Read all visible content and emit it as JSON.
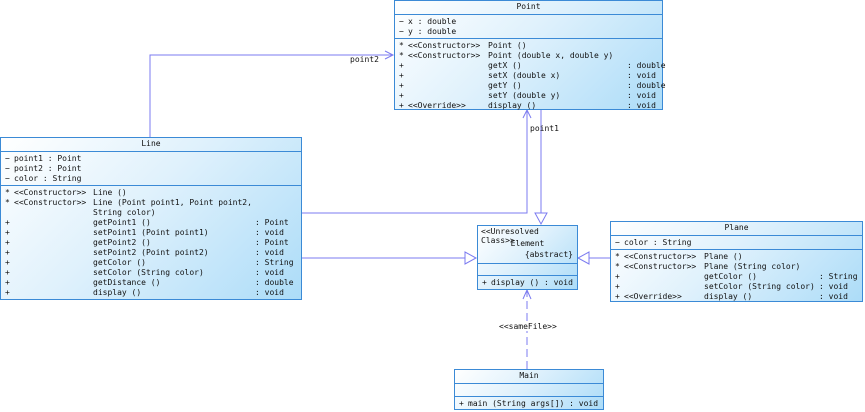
{
  "classes": {
    "point": {
      "name": "Point",
      "attributes": [
        {
          "vis": "−",
          "text": "x  : double"
        },
        {
          "vis": "−",
          "text": "y  : double"
        }
      ],
      "methods": [
        {
          "vis": "*",
          "stereo": "<<Constructor>>",
          "name": "Point ()",
          "type": ""
        },
        {
          "vis": "*",
          "stereo": "<<Constructor>>",
          "name": "Point (double x, double y)",
          "type": ""
        },
        {
          "vis": "+",
          "stereo": "",
          "name": "getX ()",
          "type": ": double"
        },
        {
          "vis": "+",
          "stereo": "",
          "name": "setX (double x)",
          "type": ": void"
        },
        {
          "vis": "+",
          "stereo": "",
          "name": "getY ()",
          "type": ": double"
        },
        {
          "vis": "+",
          "stereo": "",
          "name": "setY (double y)",
          "type": ": void"
        },
        {
          "vis": "+",
          "stereo": "<<Override>>",
          "name": "display ()",
          "type": ": void"
        }
      ]
    },
    "line": {
      "name": "Line",
      "attributes": [
        {
          "vis": "−",
          "text": "point1  : Point"
        },
        {
          "vis": "−",
          "text": "point2  : Point"
        },
        {
          "vis": "−",
          "text": "color   : String"
        }
      ],
      "methods": [
        {
          "vis": "*",
          "stereo": "<<Constructor>>",
          "name": "Line ()",
          "type": ""
        },
        {
          "vis": "*",
          "stereo": "<<Constructor>>",
          "name": "Line (Point point1, Point point2, String color)",
          "type": ""
        },
        {
          "vis": "+",
          "stereo": "",
          "name": "getPoint1 ()",
          "type": ": Point"
        },
        {
          "vis": "+",
          "stereo": "",
          "name": "setPoint1 (Point point1)",
          "type": ": void"
        },
        {
          "vis": "+",
          "stereo": "",
          "name": "getPoint2 ()",
          "type": ": Point"
        },
        {
          "vis": "+",
          "stereo": "",
          "name": "setPoint2 (Point point2)",
          "type": ": void"
        },
        {
          "vis": "+",
          "stereo": "",
          "name": "getColor ()",
          "type": ": String"
        },
        {
          "vis": "+",
          "stereo": "",
          "name": "setColor (String color)",
          "type": ": void"
        },
        {
          "vis": "+",
          "stereo": "",
          "name": "getDistance ()",
          "type": ": double"
        },
        {
          "vis": "+",
          "stereo": "",
          "name": "display ()",
          "type": ": void"
        }
      ]
    },
    "element": {
      "stereotype": "<<Unresolved Class>>",
      "name": "Element",
      "modifier": "{abstract}",
      "attributes": [],
      "methods": [
        {
          "vis": "+",
          "text": "display ()  : void"
        }
      ]
    },
    "plane": {
      "name": "Plane",
      "attributes": [
        {
          "vis": "−",
          "text": "color  : String"
        }
      ],
      "methods": [
        {
          "vis": "*",
          "stereo": "<<Constructor>>",
          "name": "Plane ()",
          "type": ""
        },
        {
          "vis": "*",
          "stereo": "<<Constructor>>",
          "name": "Plane (String color)",
          "type": ""
        },
        {
          "vis": "+",
          "stereo": "",
          "name": "getColor ()",
          "type": ": String"
        },
        {
          "vis": "+",
          "stereo": "",
          "name": "setColor (String color)",
          "type": ": void"
        },
        {
          "vis": "+",
          "stereo": "<<Override>>",
          "name": "display ()",
          "type": ": void"
        }
      ]
    },
    "main": {
      "name": "Main",
      "attributes": [],
      "methods": [
        {
          "vis": "+",
          "text": "main (String args[])  : void"
        }
      ]
    }
  },
  "relations": {
    "point2_label": "point2",
    "point1_label": "point1",
    "samefile_label": "<<sameFile>>"
  },
  "colors": {
    "line": "#7b7bf0",
    "border": "#3b8ad6",
    "fill_end": "#acdcf8"
  }
}
